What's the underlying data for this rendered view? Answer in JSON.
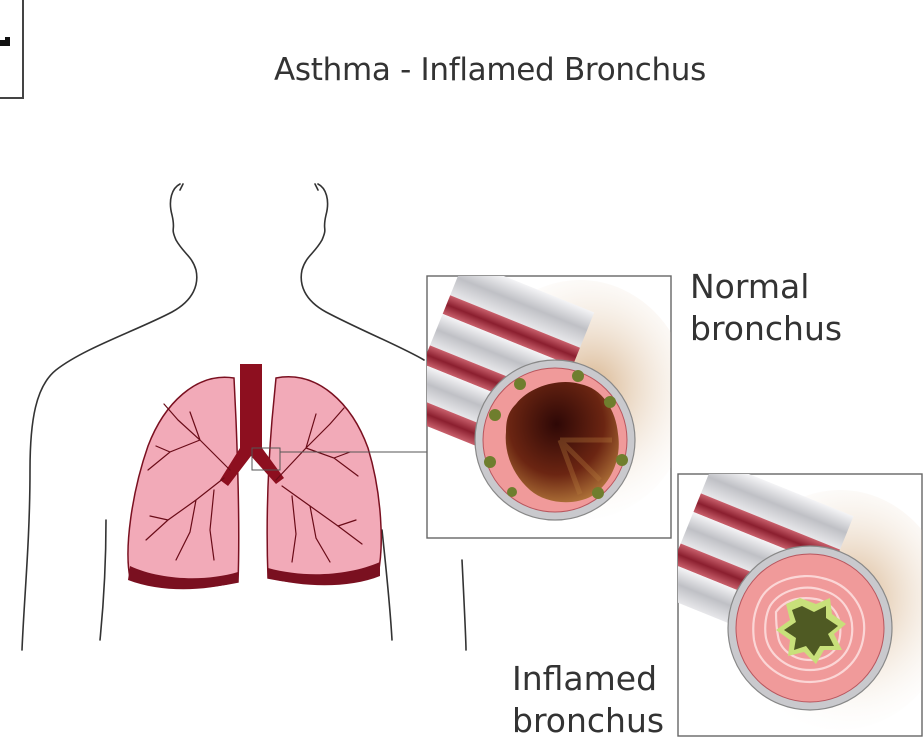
{
  "diagram": {
    "title": "Asthma - Inflamed Bronchus",
    "labels": {
      "normal": [
        "Normal",
        "bronchus"
      ],
      "inflamed": [
        "Inflamed",
        "bronchus"
      ]
    },
    "colors": {
      "lung_fill": "#f2aab8",
      "lung_dark": "#7a1020",
      "airway": "#8d0f1f",
      "outline": "#333333",
      "mucosa": "#f09a9a",
      "lumen_dark": "#5c1a10",
      "gland": "#6f7e2e",
      "cartilage": "#cfcfd3",
      "inflamed_core": "#4f5a23",
      "mucus": "#c8e07a"
    }
  }
}
